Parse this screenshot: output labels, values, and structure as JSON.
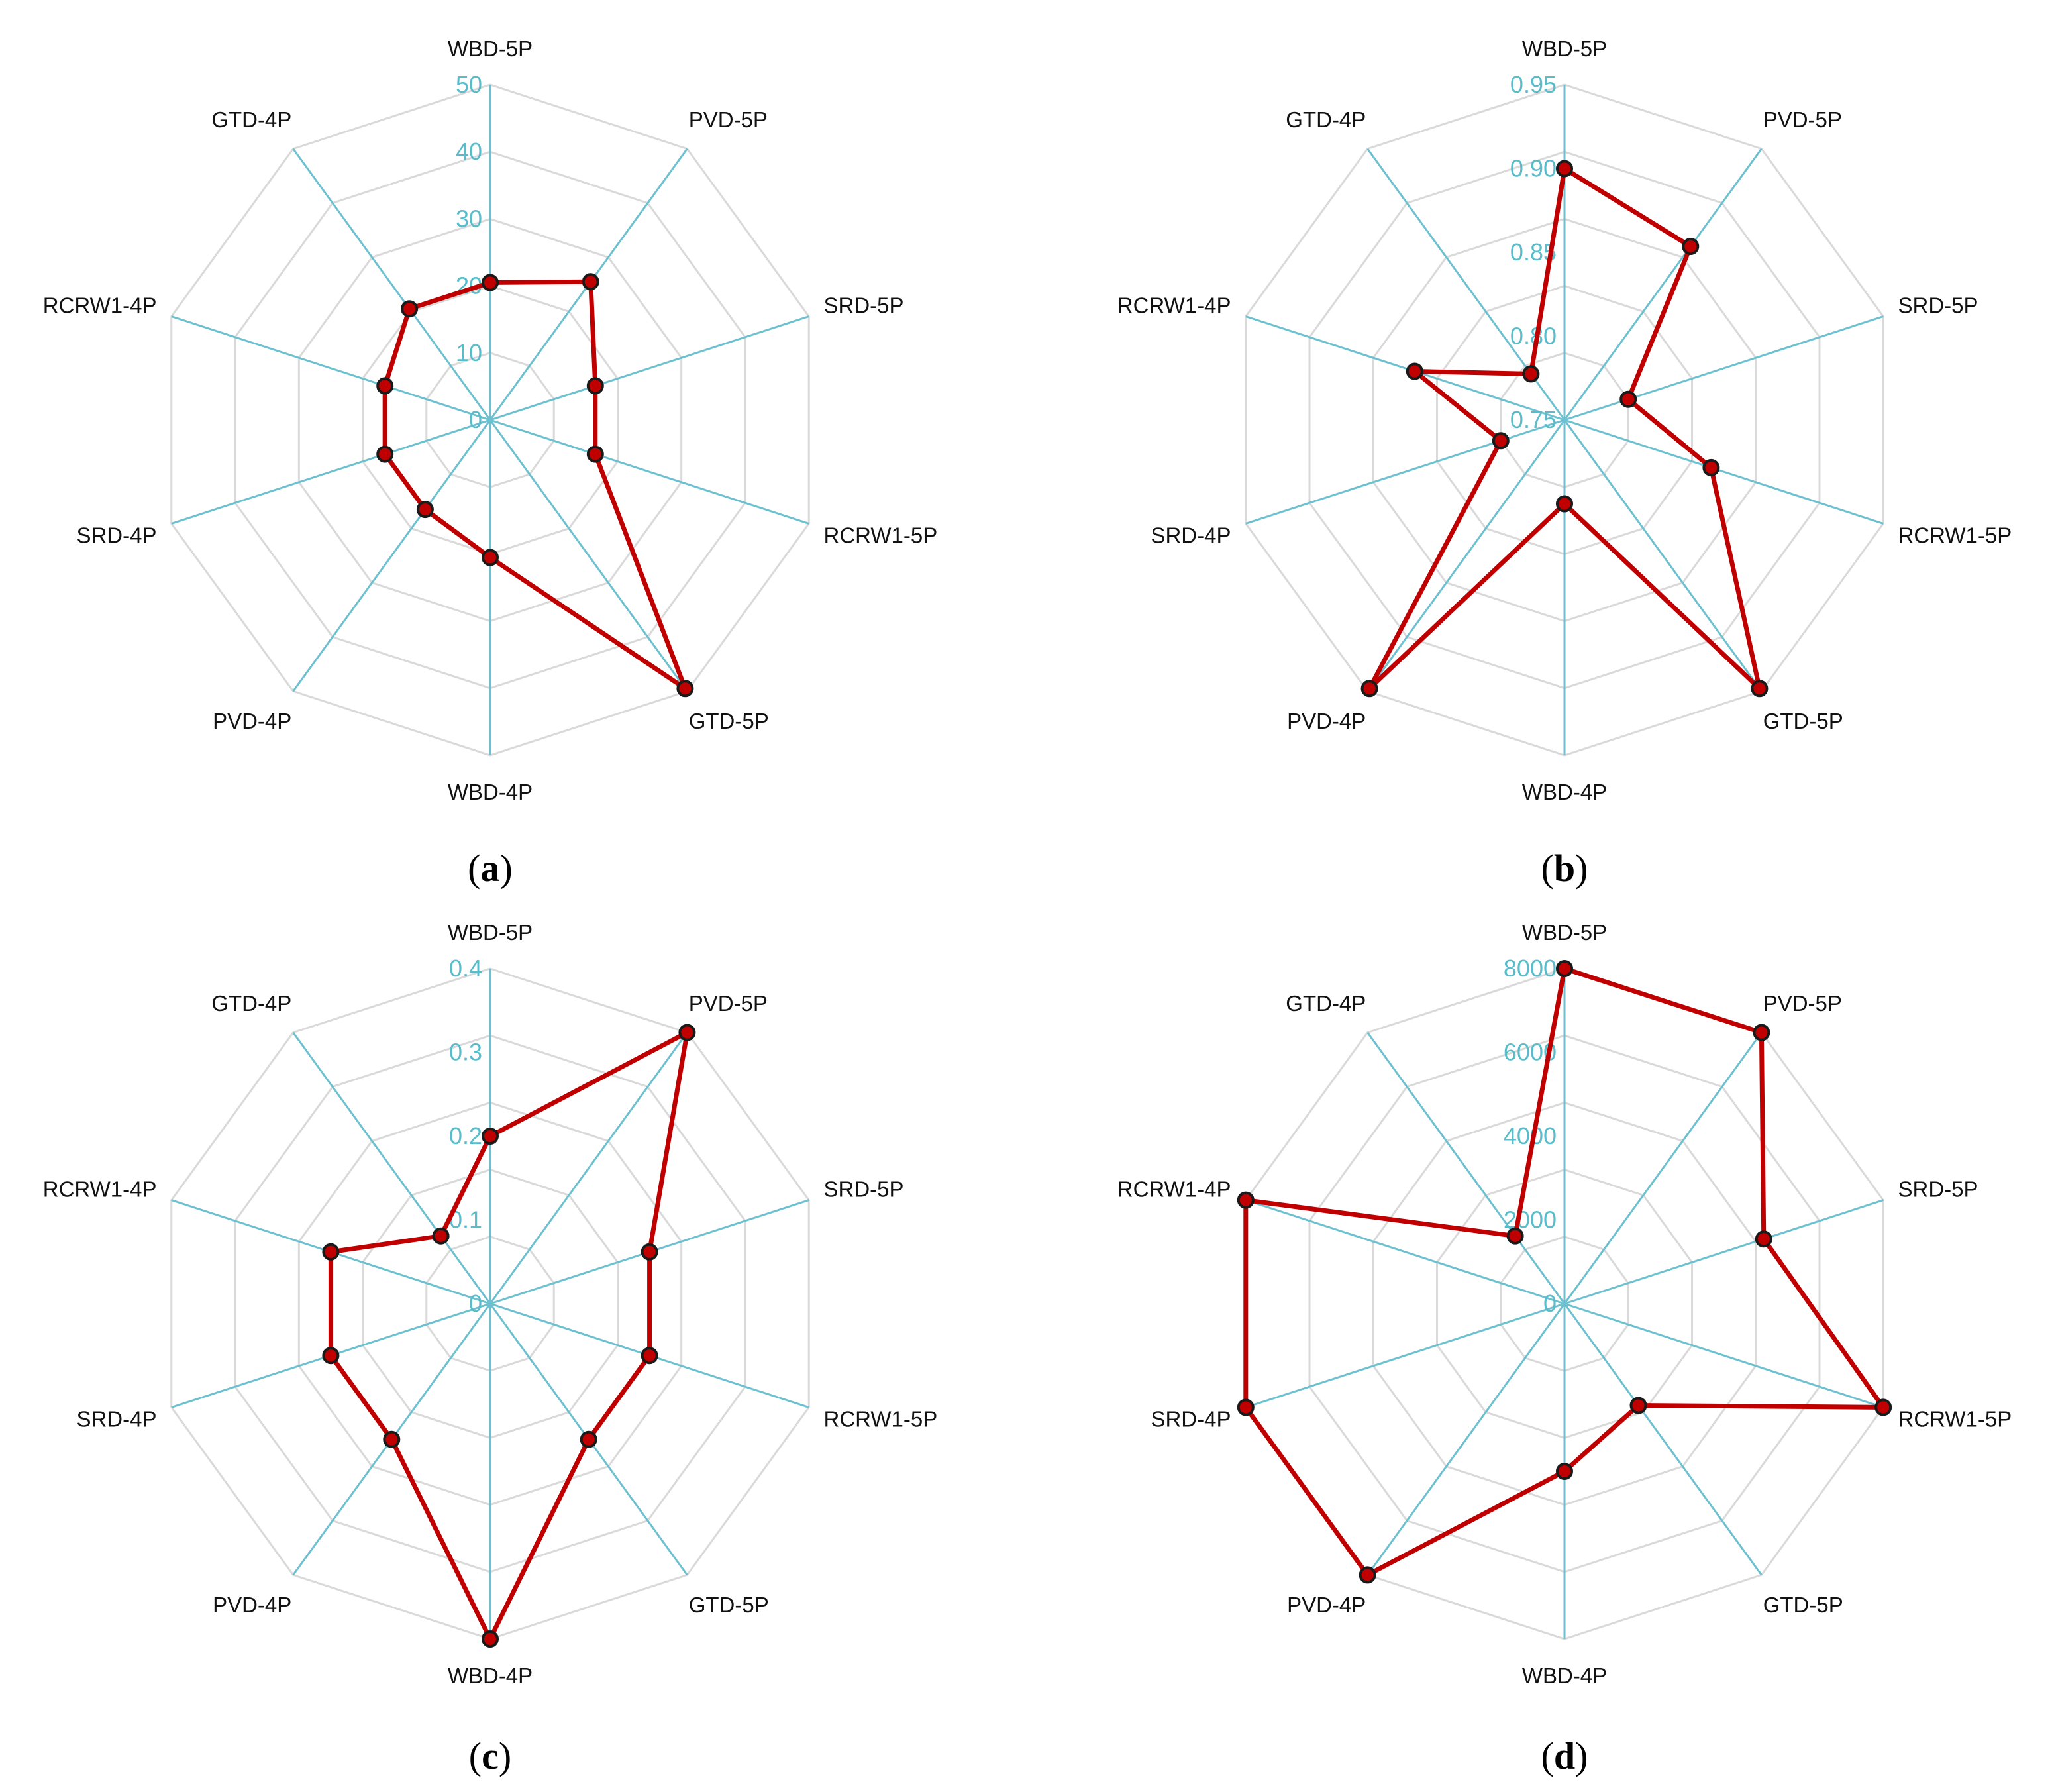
{
  "colors": {
    "grid": "#d9d9d9",
    "axis": "#6cc0cf",
    "tick_label": "#58bccb",
    "series": "#c00000",
    "marker_outline": "#1a1a1a",
    "category_label": "#111111"
  },
  "chart_data": [
    {
      "type": "radar",
      "panel_label": "a",
      "categories": [
        "WBD-5P",
        "PVD-5P",
        "SRD-5P",
        "RCRW1-5P",
        "GTD-5P",
        "WBD-4P",
        "PVD-4P",
        "SRD-4P",
        "RCRW1-4P",
        "GTD-4P"
      ],
      "series": [
        {
          "values": [
            20.5,
            25.5,
            16.5,
            16.5,
            49.5,
            20.5,
            16.5,
            16.5,
            16.5,
            20.5
          ]
        }
      ],
      "range": [
        0,
        50
      ],
      "ticks": [
        "0",
        "10",
        "20",
        "30",
        "40",
        "50"
      ],
      "tick_values": [
        0,
        10,
        20,
        30,
        40,
        50
      ],
      "grid": true,
      "legend": "none"
    },
    {
      "type": "radar",
      "panel_label": "b",
      "categories": [
        "WBD-5P",
        "PVD-5P",
        "SRD-5P",
        "RCRW1-5P",
        "GTD-5P",
        "WBD-4P",
        "PVD-4P",
        "SRD-4P",
        "RCRW1-4P",
        "GTD-4P"
      ],
      "series": [
        {
          "values": [
            0.9,
            0.878,
            0.79,
            0.842,
            0.948,
            0.8,
            0.948,
            0.79,
            0.844,
            0.784
          ]
        }
      ],
      "range": [
        0.75,
        0.95
      ],
      "ticks": [
        "0.75",
        "0.80",
        "0.85",
        "0.90",
        "0.95"
      ],
      "tick_values": [
        0.75,
        0.8,
        0.85,
        0.9,
        0.95
      ],
      "grid": true,
      "legend": "none"
    },
    {
      "type": "radar",
      "panel_label": "c",
      "categories": [
        "WBD-5P",
        "PVD-5P",
        "SRD-5P",
        "RCRW1-5P",
        "GTD-5P",
        "WBD-4P",
        "PVD-4P",
        "SRD-4P",
        "RCRW1-4P",
        "GTD-4P"
      ],
      "series": [
        {
          "values": [
            0.2,
            0.4,
            0.2,
            0.2,
            0.2,
            0.4,
            0.2,
            0.2,
            0.2,
            0.1
          ]
        }
      ],
      "range": [
        0,
        0.4
      ],
      "ticks": [
        "0",
        "0.1",
        "0.2",
        "0.3",
        "0.4"
      ],
      "tick_values": [
        0,
        0.1,
        0.2,
        0.3,
        0.4
      ],
      "grid": true,
      "legend": "none"
    },
    {
      "type": "radar",
      "panel_label": "d",
      "categories": [
        "WBD-5P",
        "PVD-5P",
        "SRD-5P",
        "RCRW1-5P",
        "GTD-5P",
        "WBD-4P",
        "PVD-4P",
        "SRD-4P",
        "RCRW1-4P",
        "GTD-4P"
      ],
      "series": [
        {
          "values": [
            8000,
            8000,
            5000,
            8000,
            3000,
            4000,
            8000,
            8000,
            8000,
            2000
          ]
        }
      ],
      "range": [
        0,
        8000
      ],
      "ticks": [
        "0",
        "2000",
        "4000",
        "6000",
        "8000"
      ],
      "tick_values": [
        0,
        2000,
        4000,
        6000,
        8000
      ],
      "grid": true,
      "legend": "none"
    }
  ]
}
